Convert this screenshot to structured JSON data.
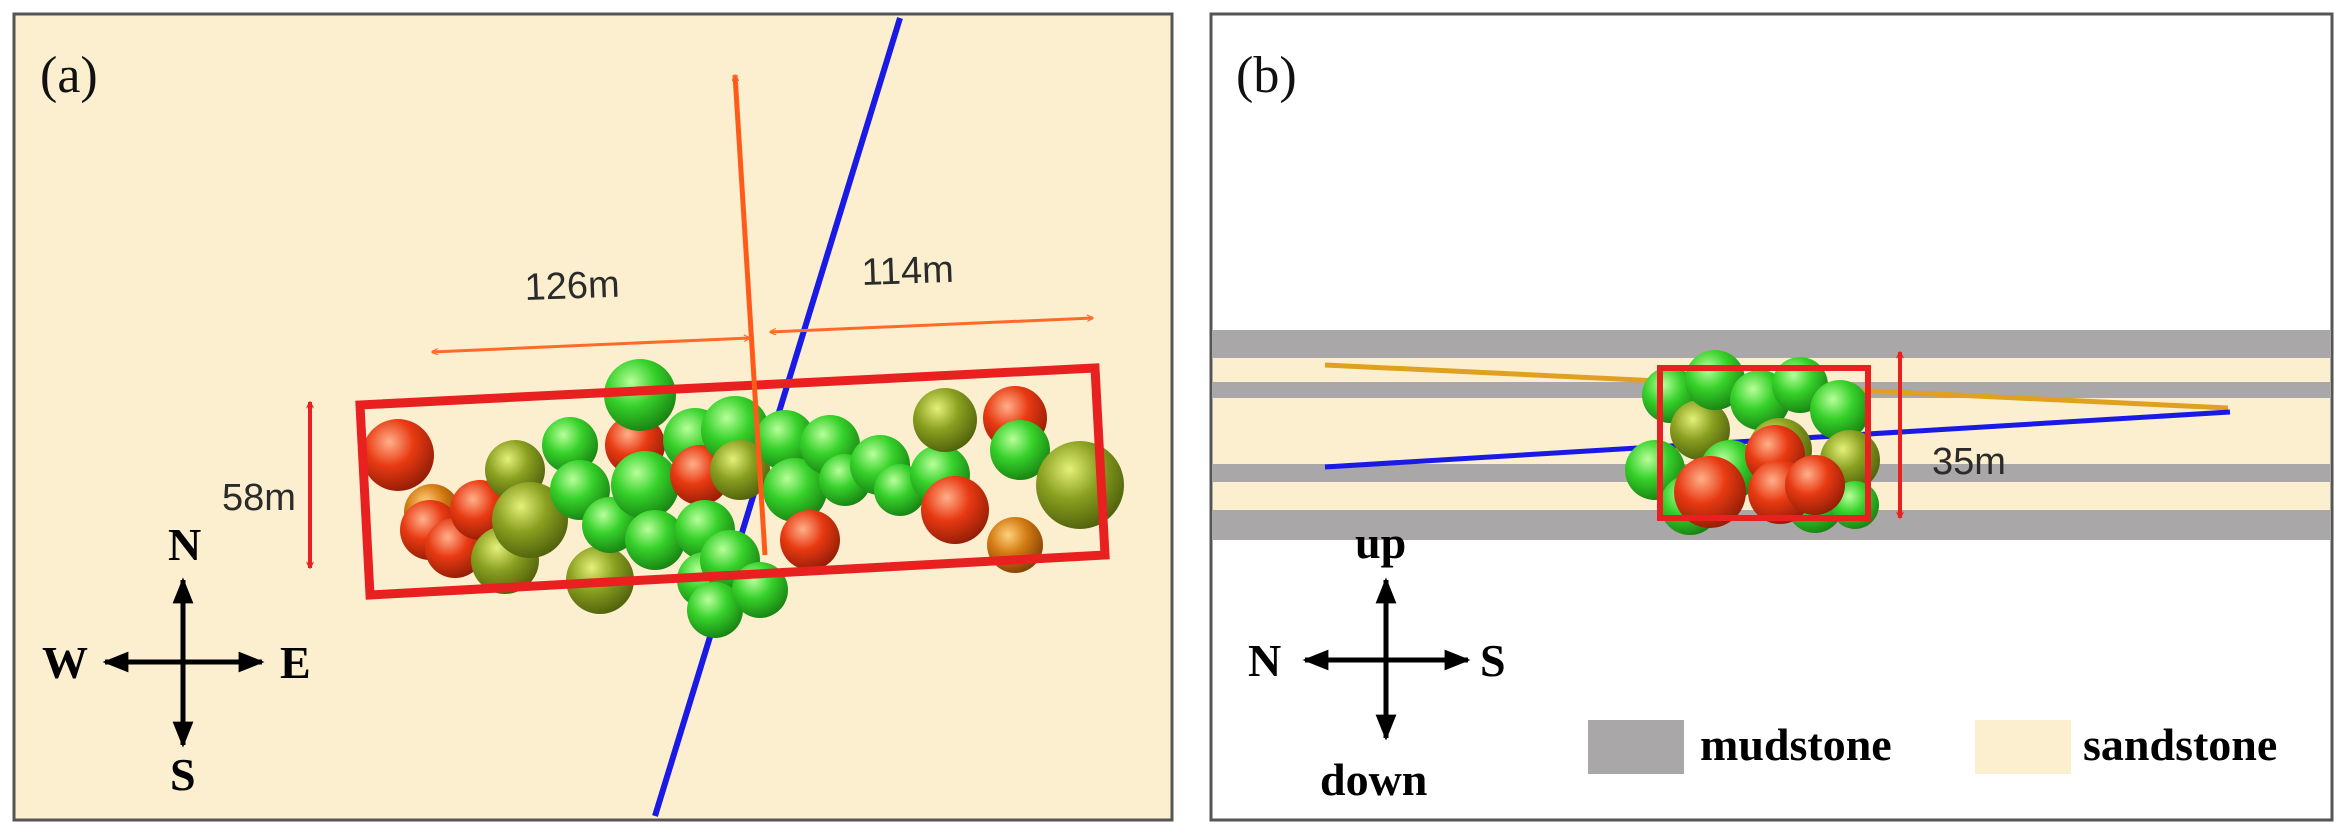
{
  "colors": {
    "panel_a_bg": "#fcefd0",
    "panel_b_bg": "#ffffff",
    "mudstone": "#a9a7a7",
    "sandstone": "#fcefd0",
    "fault_line": "#1a1ae6",
    "well_trace": "#e0a020",
    "bounding_box": "#e82020",
    "dimension_arrow": "#ff6a2a",
    "dimension_arrow_b": "#e82020",
    "event_green": "#36d12a",
    "event_red": "#e83a12",
    "event_olive": "#8aa020"
  },
  "panel_a": {
    "label": "(a)",
    "dim_west": "126m",
    "dim_east": "114m",
    "dim_width": "58m",
    "compass": {
      "north": "N",
      "south": "S",
      "west": "W",
      "east": "E"
    }
  },
  "panel_b": {
    "label": "(b)",
    "dim_height": "35m",
    "compass": {
      "up": "up",
      "down": "down",
      "left": "N",
      "right": "S"
    },
    "legend": [
      {
        "label": "mudstone",
        "color": "#a9a7a7"
      },
      {
        "label": "sandstone",
        "color": "#fcefd0"
      }
    ]
  }
}
